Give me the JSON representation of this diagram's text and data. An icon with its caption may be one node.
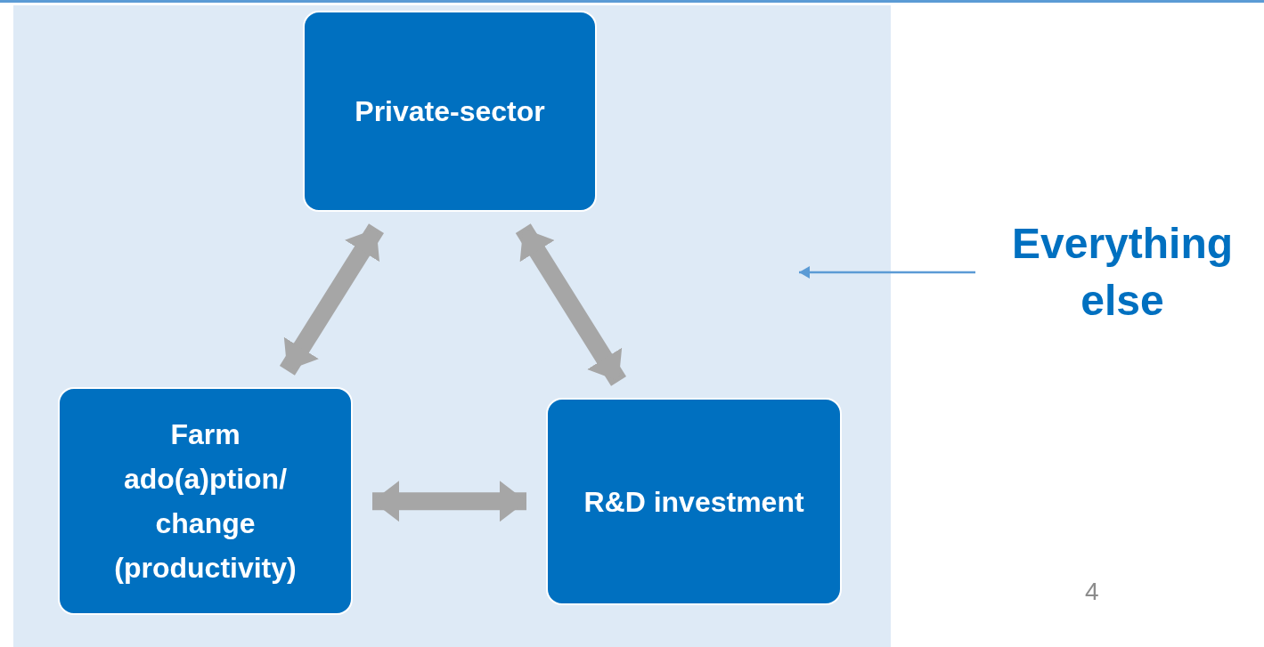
{
  "diagram": {
    "nodes": [
      {
        "text": [],
        "shape": "box"
      },
      {
        "text": [
          "Private-sector"
        ],
        "in": 0
      },
      {
        "text": [
          "Farm ado(a)ption/ change (productivity)"
        ],
        "in": 0
      },
      {
        "text": [
          "R&D investment"
        ],
        "in": 0
      },
      {
        "text": [
          "Everything else"
        ]
      }
    ],
    "edges": [
      {
        "from": 1,
        "to": 2,
        "arrow": "both"
      },
      {
        "from": 1,
        "to": 3,
        "arrow": "both"
      },
      {
        "from": 2,
        "to": 3,
        "arrow": "both"
      },
      {
        "from": 4,
        "to": 0,
        "arrow": "to",
        "color": "#5b9bd5"
      }
    ],
    "labels": [
      "4"
    ]
  }
}
